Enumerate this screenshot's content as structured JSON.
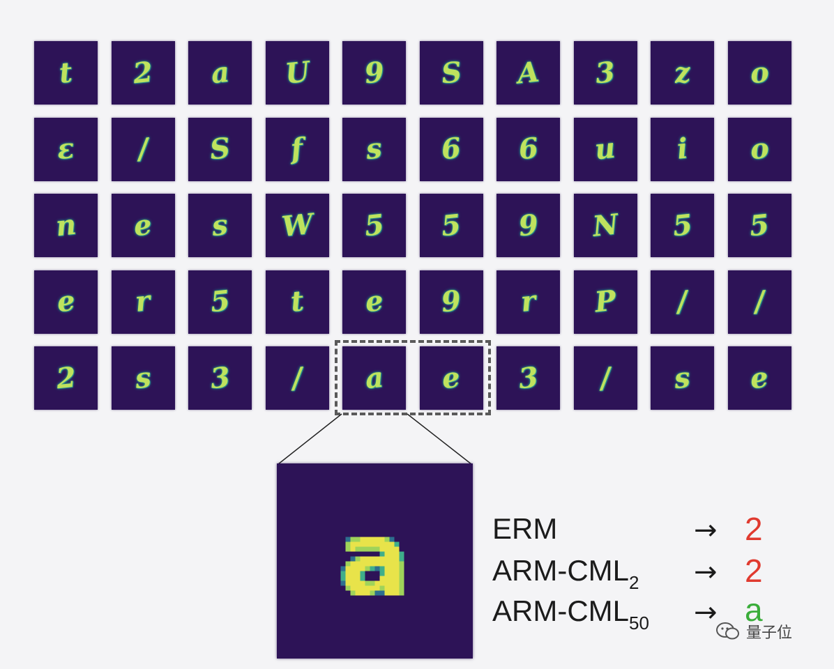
{
  "grid": {
    "rows": [
      [
        "t",
        "2",
        "a",
        "U",
        "9",
        "S",
        "A",
        "3",
        "z",
        "o"
      ],
      [
        "ε",
        "/",
        "S",
        "f",
        "s",
        "6",
        "6",
        "u",
        "i",
        "o"
      ],
      [
        "n",
        "e",
        "s",
        "W",
        "5",
        "5",
        "9",
        "N",
        "5",
        "5"
      ],
      [
        "e",
        "r",
        "5",
        "t",
        "e",
        "9",
        "r",
        "P",
        "/",
        "/"
      ],
      [
        "2",
        "s",
        "3",
        "/",
        "a",
        "e",
        "3",
        "/",
        "s",
        "e"
      ]
    ]
  },
  "zoom": {
    "glyph": "a"
  },
  "results": [
    {
      "method": "ERM",
      "subscript": "",
      "arrow": "→",
      "prediction": "2",
      "color": "#e03a2f"
    },
    {
      "method": "ARM-CML",
      "subscript": "2",
      "arrow": "→",
      "prediction": "2",
      "color": "#e03a2f"
    },
    {
      "method": "ARM-CML",
      "subscript": "50",
      "arrow": "→",
      "prediction": "a",
      "color": "#3aad3a"
    }
  ],
  "watermark": {
    "text": "量子位",
    "icon": "wechat-icon"
  }
}
